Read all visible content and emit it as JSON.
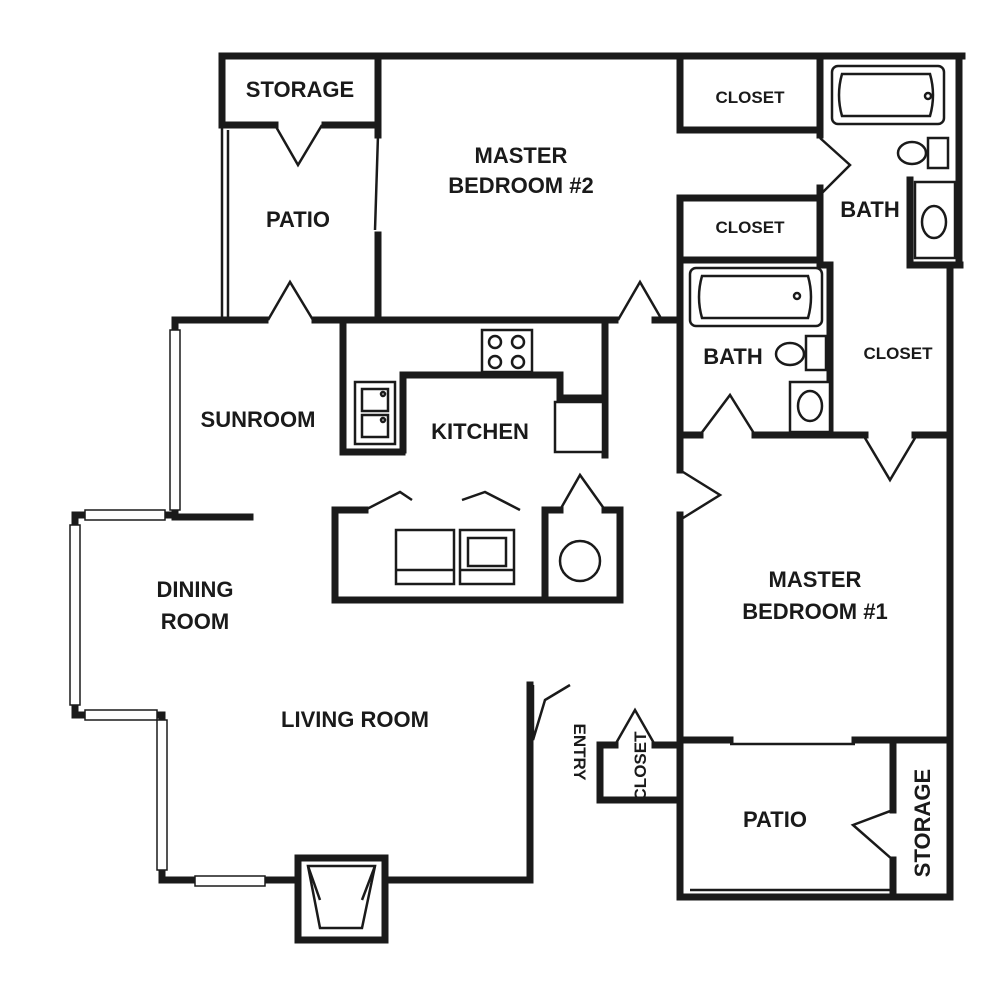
{
  "floorplan": {
    "rooms": {
      "storage_top": "STORAGE",
      "patio_top": "PATIO",
      "master_bedroom_2_line1": "MASTER",
      "master_bedroom_2_line2": "BEDROOM #2",
      "closet_top": "CLOSET",
      "closet_mid": "CLOSET",
      "bath_top": "BATH",
      "bath_mid": "BATH",
      "closet_right": "CLOSET",
      "sunroom": "SUNROOM",
      "kitchen": "KITCHEN",
      "dining_line1": "DINING",
      "dining_line2": "ROOM",
      "master_bedroom_1_line1": "MASTER",
      "master_bedroom_1_line2": "BEDROOM #1",
      "living_room": "LIVING ROOM",
      "entry": "ENTRY",
      "closet_entry": "CLOSET",
      "patio_bottom": "PATIO",
      "storage_bottom": "STORAGE"
    }
  }
}
